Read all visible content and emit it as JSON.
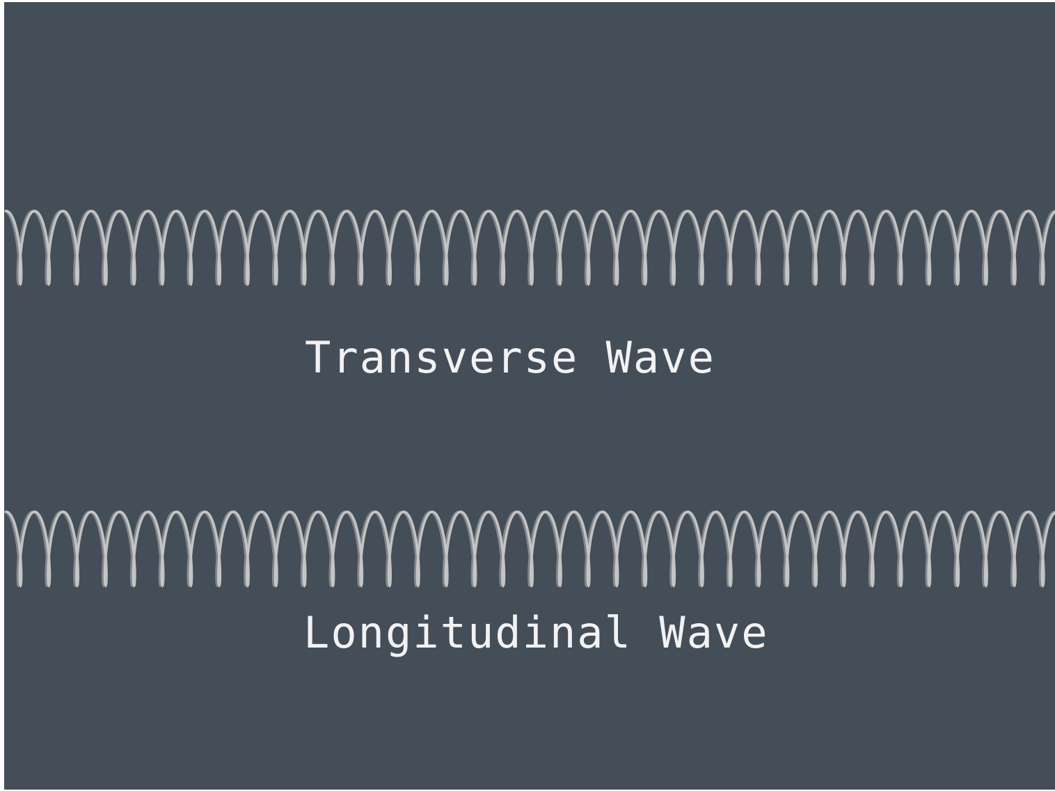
{
  "background_color": "#434e58",
  "coil_color": "#c9c9c9",
  "coil_highlight_color": "#9a9a9a",
  "springs": [
    {
      "id": "transverse",
      "label": "Transverse Wave",
      "turns": 37
    },
    {
      "id": "longitudinal",
      "label": "Longitudinal Wave",
      "turns": 37
    }
  ]
}
